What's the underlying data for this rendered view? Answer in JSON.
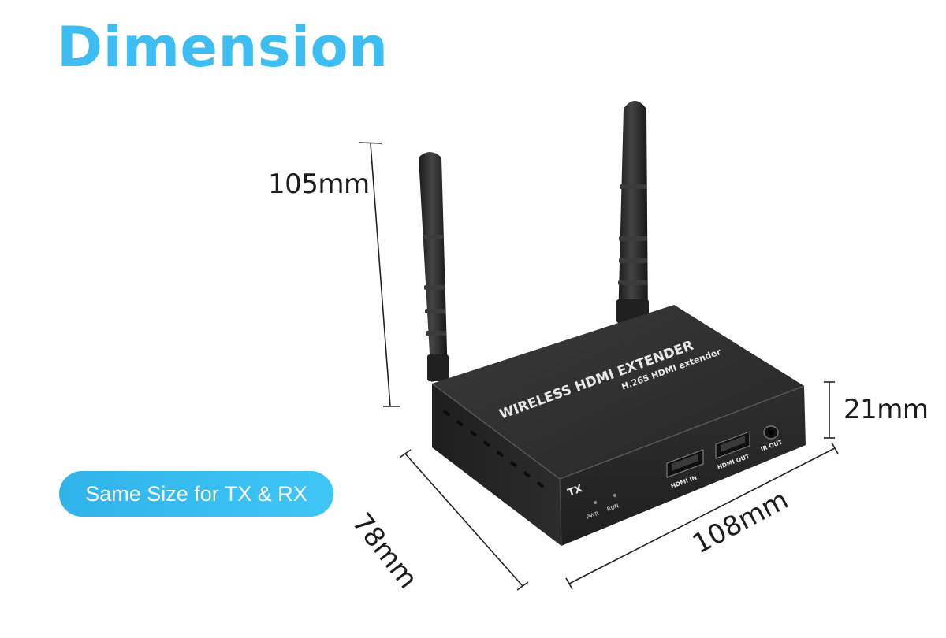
{
  "title": "Dimension",
  "badge": "Same Size for TX & RX",
  "dimensions": {
    "height_total": "105mm",
    "height_box": "21mm",
    "depth": "78mm",
    "width": "108mm"
  },
  "device": {
    "top_label": "WIRELESS HDMI EXTENDER",
    "top_sublabel": "H.265 HDMI extender",
    "model": "TX",
    "ports": [
      "HDMI IN",
      "HDMI OUT",
      "IR OUT"
    ],
    "leds": [
      "PWR",
      "RUN"
    ]
  },
  "colors": {
    "accent": "#3ebdf2",
    "device_body": "#2b2b2b"
  }
}
